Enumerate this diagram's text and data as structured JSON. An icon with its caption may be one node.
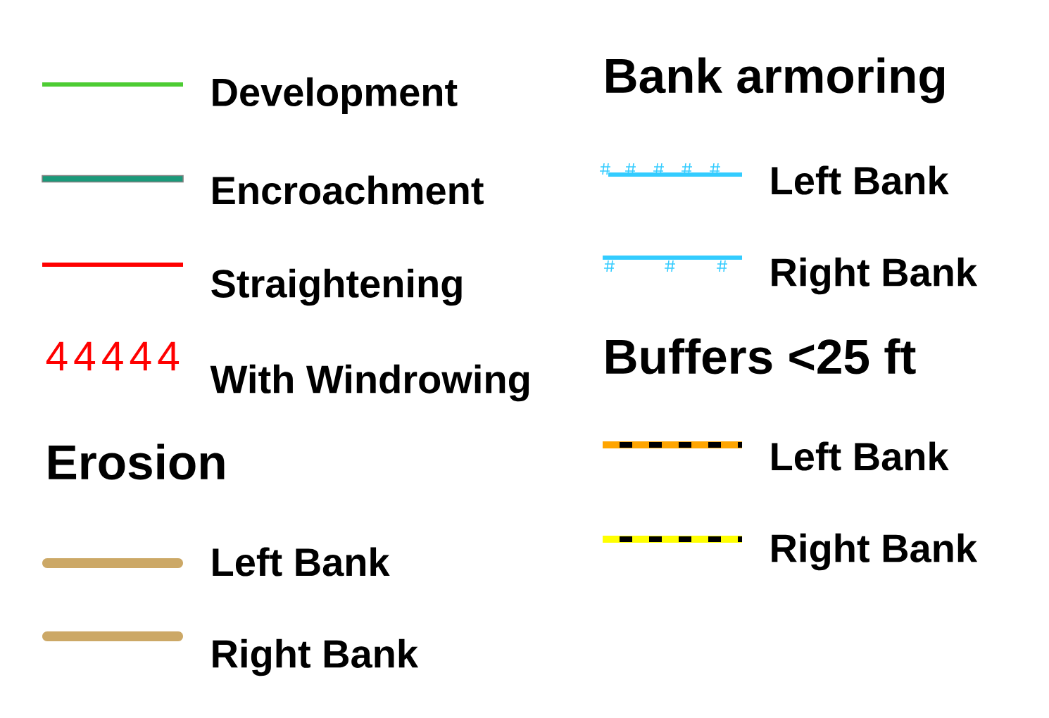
{
  "diagram": {
    "labels": [
      "44444",
      "Erosion",
      "Bank armoring",
      "Buffers <25 ft"
    ],
    "legend": [
      {
        "text": "Development",
        "color": "#4dcc33"
      },
      {
        "text": "Encroachment",
        "color": "#1a9a7a"
      },
      {
        "text": "Straightening",
        "color": "#ff0000"
      },
      {
        "text": "With Windrowing",
        "color": "#ff0000"
      },
      {
        "text": "Left Bank",
        "color": "#cca866"
      },
      {
        "text": "Right Bank",
        "color": "#cca866"
      },
      {
        "text": "Left Bank",
        "color": "#33ccff"
      },
      {
        "text": "Right Bank",
        "color": "#33ccff"
      },
      {
        "text": "Left Bank",
        "color": "#ffa500"
      },
      {
        "text": "Right Bank",
        "color": "#ffff00"
      }
    ]
  }
}
